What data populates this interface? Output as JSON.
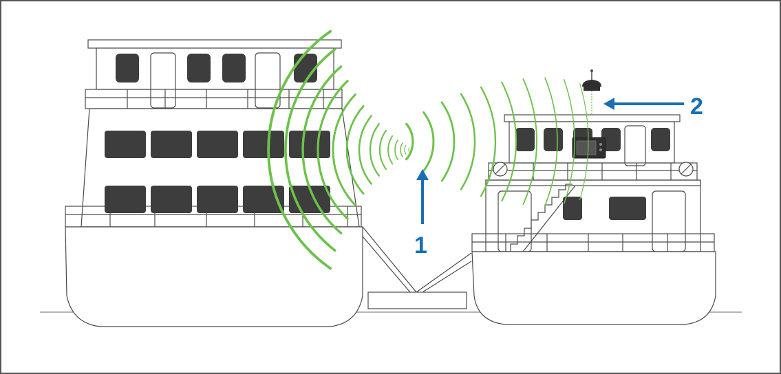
{
  "diagram": {
    "callouts": [
      {
        "number": "1",
        "target": "signal-gap-between-vessels"
      },
      {
        "number": "2",
        "target": "wireless-antenna"
      }
    ]
  },
  "colors": {
    "outline": "#4a4a4a",
    "window": "#3d3d3d",
    "signal": "#6cc24a",
    "callout": "#1a6fb3",
    "frame": "#555555"
  },
  "icons": {
    "antenna": "antenna-icon",
    "display": "chartplotter-display-icon",
    "signal": "wireless-signal-icon"
  }
}
